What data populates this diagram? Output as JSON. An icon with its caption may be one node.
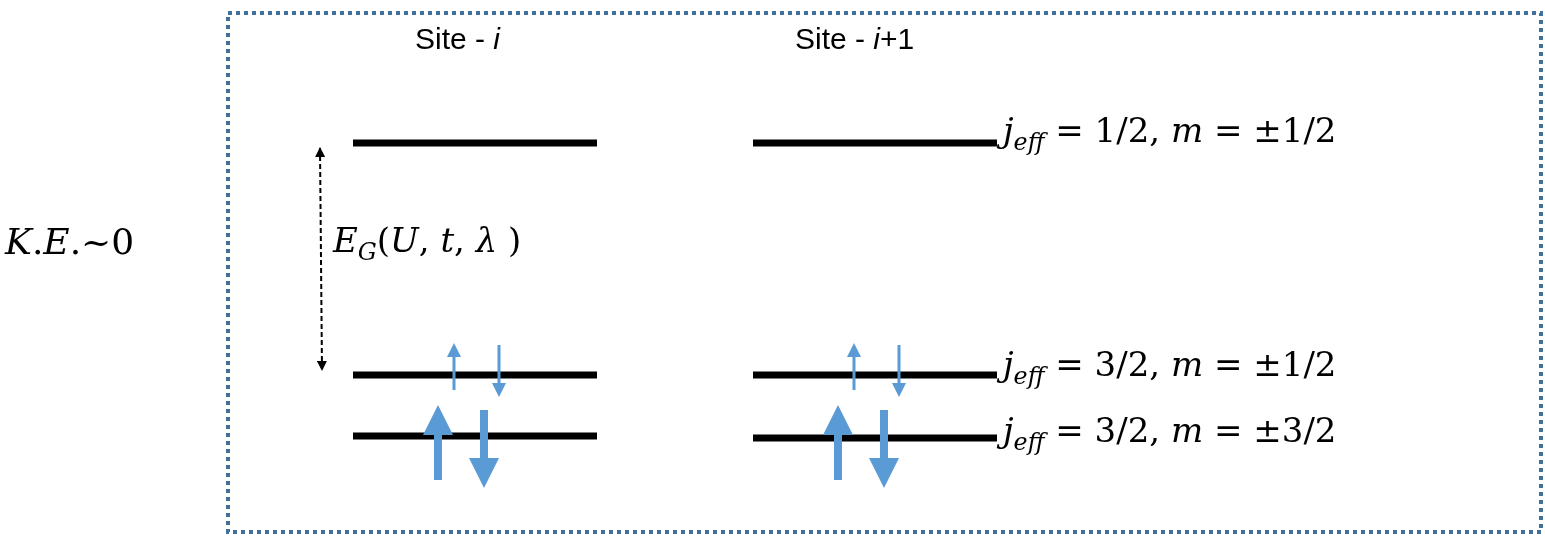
{
  "diagram": {
    "labels": [
      "Site - *i*",
      "Site - *i*+1",
      "*j*$_{eff}$ = 1/2, *m* = ±1/2",
      "*K*.*E*.~0",
      "*E*$_{G}$(*U*, *t*, *λ* )",
      "*j*$_{eff}$ = 3/2, *m* = ±1/2",
      "*j*$_{eff}$ = 3/2, *m* = ±3/2"
    ]
  }
}
